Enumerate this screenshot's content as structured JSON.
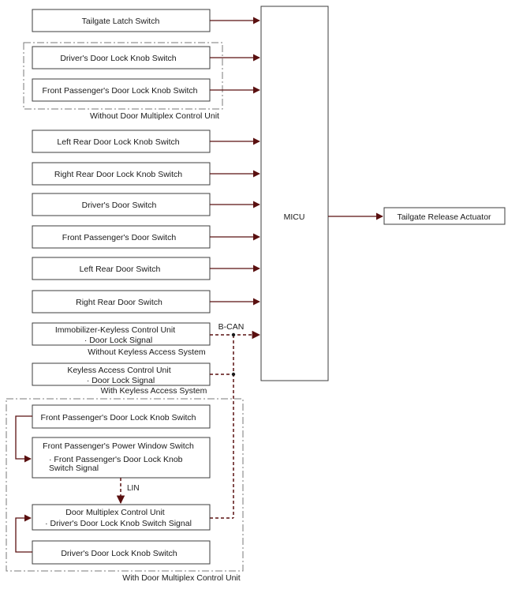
{
  "switches": [
    "Tailgate Latch Switch",
    "Driver's Door Lock Knob Switch",
    "Front Passenger's Door Lock Knob Switch",
    "Left Rear Door Lock Knob Switch",
    "Right Rear Door Lock Knob Switch",
    "Driver's Door Switch",
    "Front Passenger's Door Switch",
    "Left Rear Door Switch",
    "Right Rear Door Switch"
  ],
  "group_without_multiplex": "Without Door Multiplex Control Unit",
  "immobilizer": {
    "title": "Immobilizer-Keyless Control Unit",
    "sub": "· Door Lock Signal",
    "caption": "Without Keyless Access System"
  },
  "keyless": {
    "title": "Keyless Access Control Unit",
    "sub": "· Door Lock Signal",
    "caption": "With Keyless Access System"
  },
  "bcan_label": "B-CAN",
  "micu_label": "MICU",
  "actuator_label": "Tailgate Release Actuator",
  "group_with_multiplex": {
    "caption": "With Door Multiplex Control Unit",
    "fp_knob": "Front Passenger's Door Lock Knob Switch",
    "fp_window_title": "Front Passenger's Power Window Switch",
    "fp_window_sub1": "· Front Passenger's Door Lock Knob",
    "fp_window_sub2": "Switch Signal",
    "lin_label": "LIN",
    "dmcu_title": "Door Multiplex Control Unit",
    "dmcu_sub": "· Driver's Door Lock Knob Switch Signal",
    "drv_knob": "Driver's Door Lock Knob Switch"
  }
}
